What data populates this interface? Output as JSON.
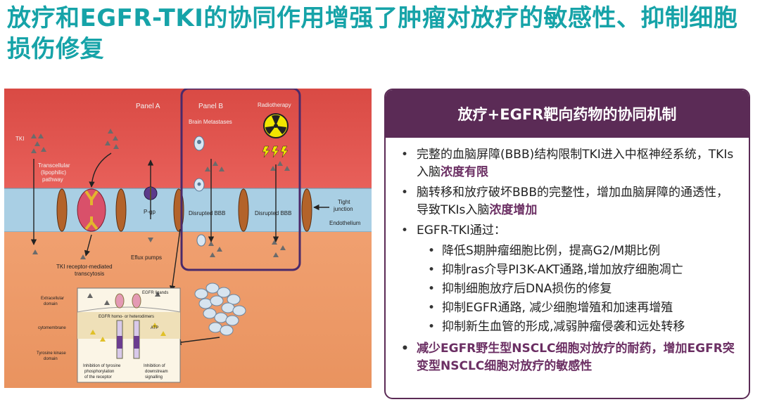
{
  "title": "放疗和EGFR-TKI的协同作用增强了肿瘤对放疗的敏感性、抑制细胞损伤修复",
  "figure": {
    "panel_a": "Panel A",
    "panel_b": "Panel B",
    "radiotherapy": "Radiotherapy",
    "brain_metastases": "Brain Metastases",
    "tki": "TKI",
    "transcellular_1": "Transcellular",
    "transcellular_2": "(lipophilic)",
    "transcellular_3": "pathway",
    "pgp": "P-gp",
    "disrupted_bbb_1": "Disrupted BBB",
    "disrupted_bbb_2": "Disrupted BBB",
    "tight_junction_1": "Tight",
    "tight_junction_2": "junction",
    "endothelium": "Endothelium",
    "efflux_pumps": "Eflux pumps",
    "tki_receptor_1": "TKI receptor-mediated",
    "tki_receptor_2": "transcytosis",
    "extracellular_1": "Extracellular",
    "extracellular_2": "domain",
    "cytomembrane": "cytomembrane",
    "tyrosine_kinase_1": "Tyrosine kinase",
    "tyrosine_kinase_2": "domain",
    "egfr_ligands": "EGFR ligands",
    "egfr_dimers": "EGFR homo- or heterodimers",
    "atp": "ATP",
    "inhibition_tyr_1": "Inhibition of tyrosine",
    "inhibition_tyr_2": "phosphorylation",
    "inhibition_tyr_3": "of the receptor",
    "inhibition_down_1": "Inhibition of",
    "inhibition_down_2": "downstream",
    "inhibition_down_3": "signalling"
  },
  "panel": {
    "header": "放疗+EGFR靶向药物的协同机制",
    "b1_text": "完整的血脑屏障(BBB)结构限制TKI进入中枢神经系统，TKIs入脑",
    "b1_hl": "浓度有限",
    "b2_text": "脑转移和放疗破坏BBB的完整性，增加血脑屏障的通透性，导致TKIs入脑",
    "b2_hl": "浓度增加",
    "b3_text": "EGFR-TKI通过：",
    "subs": [
      "降低S期肿瘤细胞比例，提高G2/M期比例",
      "抑制ras介导PI3K-AKT通路,增加放疗细胞凋亡",
      "抑制细胞放疗后DNA损伤的修复",
      "抑制EGFR通路, 减少细胞增殖和加速再增殖",
      "抑制新生血管的形成,减弱肿瘤侵袭和远处转移"
    ],
    "final": "减少EGFR野生型NSCLC细胞对放疗的耐药，增加EGFR突变型NSCLC细胞对放疗的敏感性"
  },
  "colors": {
    "title": "#16a3a8",
    "accent": "#5b2b56",
    "highlight": "#6b2f63"
  }
}
